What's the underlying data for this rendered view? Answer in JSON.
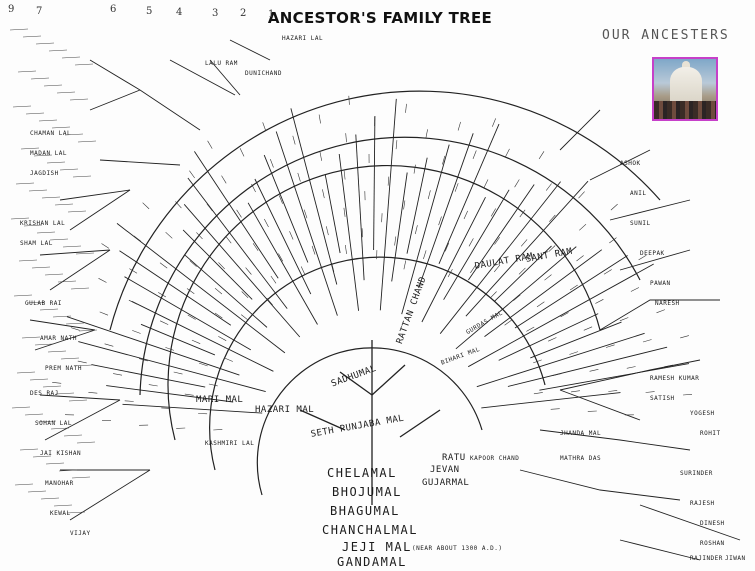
{
  "title": "ANCESTOR'S FAMILY TREE",
  "corner_caption": "OUR ANCESTERS",
  "photo_icon": "temple-photo",
  "generation_numbers": [
    "9",
    "7",
    "6",
    "5",
    "4",
    "3",
    "2",
    "1"
  ],
  "trunk_names": [
    "CHELAMAL",
    "BHOJUMAL",
    "BHAGUMAL",
    "CHANCHALMAL",
    "JEJI MAL",
    "GANDAMAL"
  ],
  "trunk_side_names": [
    "RATU",
    "JEVAN",
    "GUJARMAL"
  ],
  "near_about_note": "(NEAR ABOUT 1300 A.D.)",
  "main_branch_names": [
    "SETH PUNJABA MAL",
    "RATTAN CHAND",
    "SADHUMAL",
    "HAZARI MAL",
    "MARI MAL",
    "DAULAT RAM",
    "SANT RAM",
    "BIHARI MAL",
    "GURDAS MAL",
    "HAZARI LAL",
    "LALU RAM",
    "DUNICHAND",
    "JHANDA MAL",
    "MATHRA DAS",
    "KASHMIRI LAL",
    "KAPOOR CHAND",
    "RAMESH KUMAR",
    "SATISH",
    "YOGESH",
    "ROHIT",
    "SURINDER",
    "RAJESH",
    "DINESH",
    "CHAMAN LAL",
    "MADAN LAL",
    "JAGDISH",
    "RAJINDER",
    "KRISHAN LAL",
    "SHAM LAL",
    "GULAB RAI",
    "AMAR NATH",
    "PREM NATH",
    "DES RAJ",
    "SOHAN LAL",
    "JAI KISHAN",
    "MANOHAR",
    "KEWAL",
    "VIJAY",
    "ASHOK",
    "ANIL",
    "SUNIL",
    "DEEPAK",
    "PAWAN",
    "NARESH",
    "ROSHAN",
    "JIWAN"
  ]
}
